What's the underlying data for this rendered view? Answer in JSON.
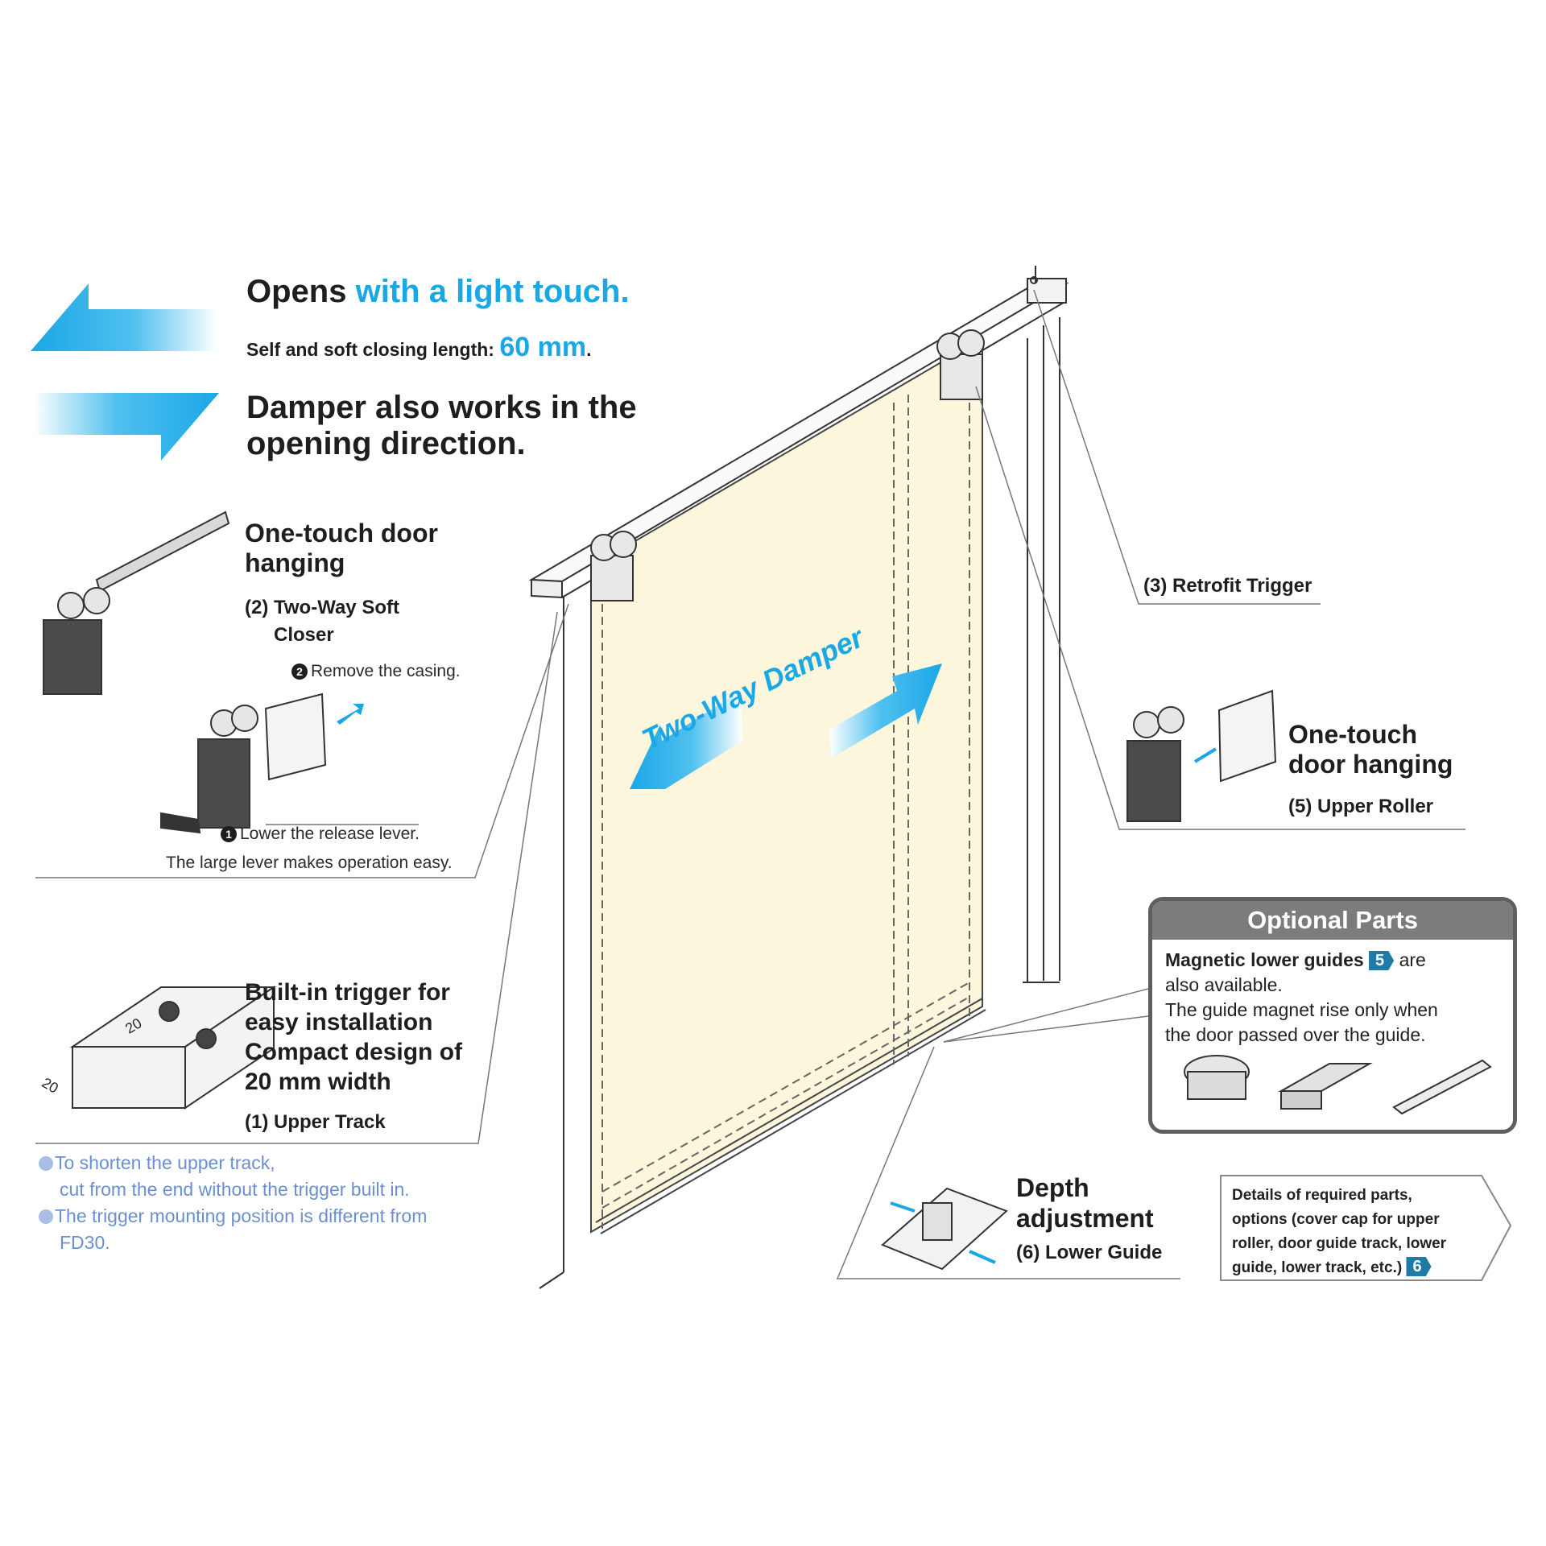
{
  "header": {
    "opens_prefix": "Opens",
    "opens_highlight": "with a light touch.",
    "closing_label": "Self and soft closing length:",
    "closing_value": "60 mm",
    "closing_suffix": ".",
    "damper_line1": "Damper also works in the",
    "damper_line2": "opening direction."
  },
  "door": {
    "damper_label": "Two-Way Damper"
  },
  "callouts": {
    "closer": {
      "title_line1": "One-touch door",
      "title_line2": "hanging",
      "part_line1": "(2) Two-Way Soft",
      "part_line2": "Closer",
      "step2": "Remove the casing.",
      "step1": "Lower the release lever.",
      "note": "The large lever makes operation easy."
    },
    "track": {
      "line1": "Built-in trigger for",
      "line2": "easy installation",
      "line3": "Compact design of",
      "line4": "20 mm width",
      "part": "(1) Upper Track",
      "dim1": "20",
      "dim2": "20"
    },
    "track_notes": {
      "note1_line1": "To shorten the upper track,",
      "note1_line2": "cut from the end without the trigger built in.",
      "note2_line1": "The trigger mounting position is different from",
      "note2_line2": "FD30."
    },
    "trigger": {
      "part": "(3) Retrofit Trigger"
    },
    "roller": {
      "title_line1": "One-touch",
      "title_line2": "door hanging",
      "part": "(5) Upper Roller"
    },
    "optional": {
      "heading": "Optional Parts",
      "bold": "Magnetic lower guides",
      "page_ref": "5",
      "after": "are",
      "line2": "also available.",
      "line3": "The guide magnet rise only when",
      "line4": "the door passed over the guide."
    },
    "lower_guide": {
      "title_line1": "Depth",
      "title_line2": "adjustment",
      "part": "(6) Lower Guide"
    },
    "details": {
      "text": "Details of required parts, options (cover cap for upper roller, door guide track, lower guide, lower track, etc.)",
      "page_ref": "6"
    }
  },
  "colors": {
    "accent_blue": "#1aa7e6",
    "door_fill": "#fbf6dc",
    "note_blue": "#6b8fcf",
    "box_grey": "#7c7c7c",
    "tag_blue": "#1f7aa6"
  }
}
